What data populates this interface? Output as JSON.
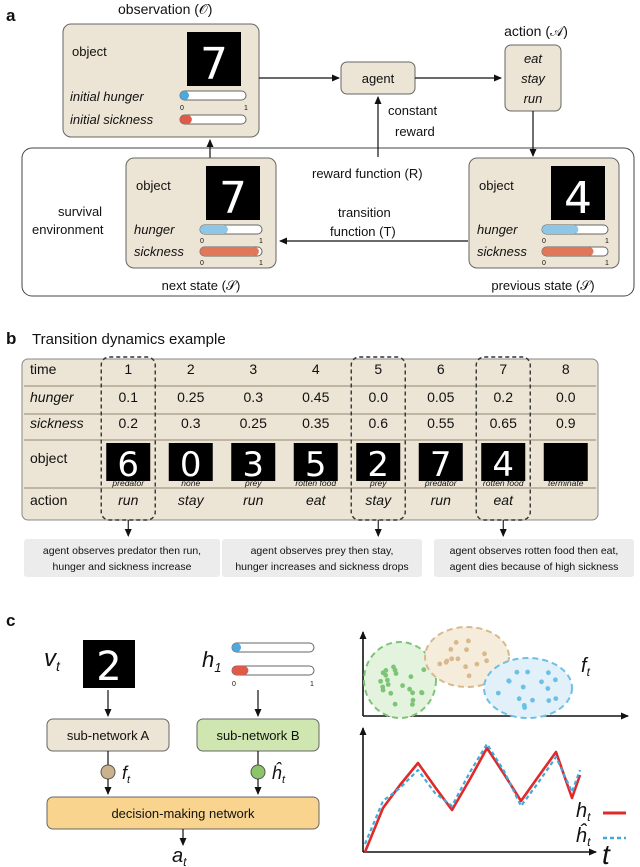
{
  "panel_a": {
    "label": "a",
    "observation_title": "observation (𝒪)",
    "object_label": "object",
    "initial_hunger": "initial hunger",
    "initial_sickness": "initial sickness",
    "agent": "agent",
    "action_title": "action (𝒜)",
    "actions": [
      "eat",
      "stay",
      "run"
    ],
    "constant": "constant",
    "reward": "reward",
    "reward_function": "reward function (R)",
    "survival": "survival",
    "environment": "environment",
    "transition": "transition",
    "transition_function": "function (T)",
    "next_state": "next state (𝒮)",
    "previous_state": "previous state (𝒮)",
    "hunger": "hunger",
    "sickness": "sickness",
    "scale_min": "0",
    "scale_max": "1",
    "initial_digit": "7",
    "next_digit": "7",
    "previous_digit": "4",
    "initial_hunger_level": 0.12,
    "initial_sickness_level": 0.18,
    "next_hunger_level": 0.45,
    "next_sickness_level": 0.95,
    "previous_hunger_level": 0.55,
    "previous_sickness_level": 0.78
  },
  "panel_b": {
    "label": "b",
    "title": "Transition dynamics example",
    "row_labels": [
      "time",
      "hunger",
      "sickness",
      "object",
      "action"
    ],
    "columns": [
      {
        "time": "1",
        "hunger": "0.1",
        "sickness": "0.2",
        "digit": "6",
        "object": "predator",
        "action": "run"
      },
      {
        "time": "2",
        "hunger": "0.25",
        "sickness": "0.3",
        "digit": "0",
        "object": "none",
        "action": "stay"
      },
      {
        "time": "3",
        "hunger": "0.3",
        "sickness": "0.25",
        "digit": "3",
        "object": "prey",
        "action": "run"
      },
      {
        "time": "4",
        "hunger": "0.45",
        "sickness": "0.35",
        "digit": "5",
        "object": "rotten food",
        "action": "eat"
      },
      {
        "time": "5",
        "hunger": "0.0",
        "sickness": "0.6",
        "digit": "2",
        "object": "prey",
        "action": "stay"
      },
      {
        "time": "6",
        "hunger": "0.05",
        "sickness": "0.55",
        "digit": "7",
        "object": "predator",
        "action": "run"
      },
      {
        "time": "7",
        "hunger": "0.2",
        "sickness": "0.65",
        "digit": "4",
        "object": "rotten food",
        "action": "eat"
      },
      {
        "time": "8",
        "hunger": "0.0",
        "sickness": "0.9",
        "digit": "",
        "object": "terminate",
        "action": ""
      }
    ],
    "notes": [
      {
        "line1": "agent observes predator then run,",
        "line2": "hunger and sickness increase"
      },
      {
        "line1": "agent observes prey then stay,",
        "line2": "hunger increases and sickness drops"
      },
      {
        "line1": "agent observes rotten food then eat,",
        "line2": "agent dies because of high sickness"
      }
    ]
  },
  "panel_c": {
    "label": "c",
    "v_label": "v",
    "v_sub": "t",
    "h1_label": "h",
    "h1_sub": "1",
    "digit": "2",
    "scale_min": "0",
    "scale_max": "1",
    "bar_top_level": 0.1,
    "bar_bottom_level": 0.2,
    "subnet_a": "sub-network A",
    "subnet_b": "sub-network B",
    "f_label": "f",
    "f_sub": "t",
    "hhat_label": "ĥ",
    "hhat_sub": "t",
    "decision": "decision-making network",
    "a_label": "a",
    "a_sub": "t",
    "ft_plot_label": "f",
    "ft_plot_sub": "t",
    "legend_h": "h",
    "legend_h_sub": "t",
    "legend_hhat": "ĥ",
    "legend_hhat_sub": "t",
    "axis_t": "t",
    "colors": {
      "red": "#e0292a",
      "blue": "#43a9dc",
      "green": "#7cc576",
      "tan": "#d8b98c",
      "light_blue": "#6cc0e6"
    }
  }
}
